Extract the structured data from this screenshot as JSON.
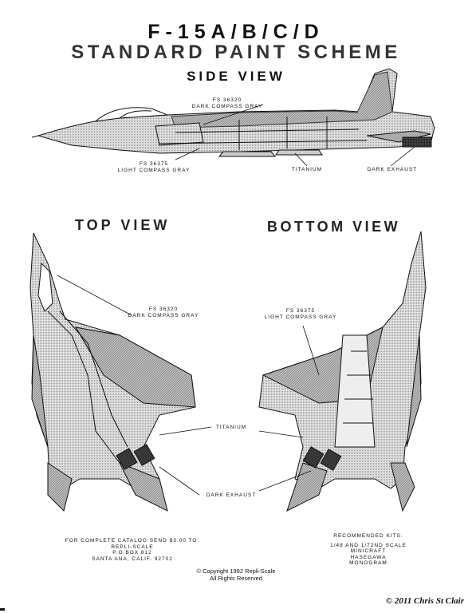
{
  "title_line1": "F-15A/B/C/D",
  "title_line2": "STANDARD PAINT SCHEME",
  "side_view": {
    "heading": "SIDE VIEW",
    "label_dark_code": "FS 36320",
    "label_dark_name": "DARK COMPASS GRAY",
    "label_light_code": "FS 36375",
    "label_light_name": "LIGHT COMPASS GRAY",
    "label_titanium": "TITANIUM",
    "label_exhaust": "DARK EXHAUST"
  },
  "top_view": {
    "heading": "TOP VIEW",
    "label_code": "FS 36320",
    "label_name": "DARK COMPASS GRAY"
  },
  "bottom_view": {
    "heading": "BOTTOM VIEW",
    "label_code": "FS 36375",
    "label_name": "LIGHT COMPASS GRAY"
  },
  "shared_labels": {
    "titanium": "TITANIUM",
    "exhaust": "DARK EXHAUST"
  },
  "catalog": {
    "line1": "FOR COMPLETE CATALOG SEND $3.00 TO:",
    "line2": "REPLI-SCALE",
    "line3": "P.O.BOX 812",
    "line4": "SANTA ANA, CALIF. 92702"
  },
  "kits": {
    "heading": "RECOMMENDED KITS:",
    "line1": "1/48 AND 1/72ND SCALE",
    "line2": "MINICRAFT",
    "line3": "HASEGAWA",
    "line4": "MONOGRAM"
  },
  "copyright": {
    "line1": "© Copyright 1992  Repli-Scale",
    "line2": "All Rights Reserved"
  },
  "credit": "© 2011 Chris St Clair",
  "colors": {
    "ink": "#111111",
    "dark_gray": "#8a8a8a",
    "light_gray": "#d4d4d4"
  }
}
